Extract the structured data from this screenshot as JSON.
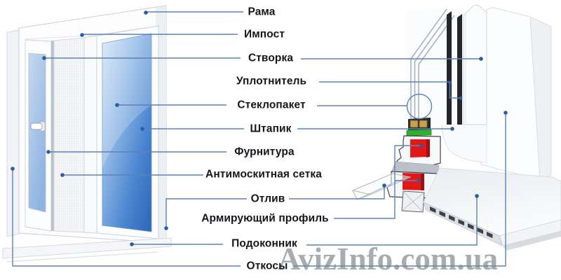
{
  "labels": [
    {
      "id": "frame",
      "text": "Рама"
    },
    {
      "id": "impost",
      "text": "Импост"
    },
    {
      "id": "sash",
      "text": "Створка"
    },
    {
      "id": "seal",
      "text": "Уплотнитель"
    },
    {
      "id": "glazing-unit",
      "text": "Стеклопакет"
    },
    {
      "id": "glazing-bead",
      "text": "Штапик"
    },
    {
      "id": "hardware",
      "text": "Фурнитура"
    },
    {
      "id": "mosquito-net",
      "text": "Антимоскитная сетка"
    },
    {
      "id": "drip-sill",
      "text": "Отлив"
    },
    {
      "id": "reinforcement-profile",
      "text": "Армирующий профиль"
    },
    {
      "id": "window-sill",
      "text": "Подоконник"
    },
    {
      "id": "slopes",
      "text": "Откосы"
    }
  ],
  "watermark": {
    "text": "AvizInfo.com.ua"
  },
  "colors": {
    "leader_line": "#5b82b8",
    "leader_dot": "#2b5ca6",
    "label_text": "#15171c",
    "watermark_text": "#7e848e",
    "glass_blue": "#3a77c6",
    "reinforcement_red": "#e11818",
    "gasket_green": "#2db02d"
  }
}
